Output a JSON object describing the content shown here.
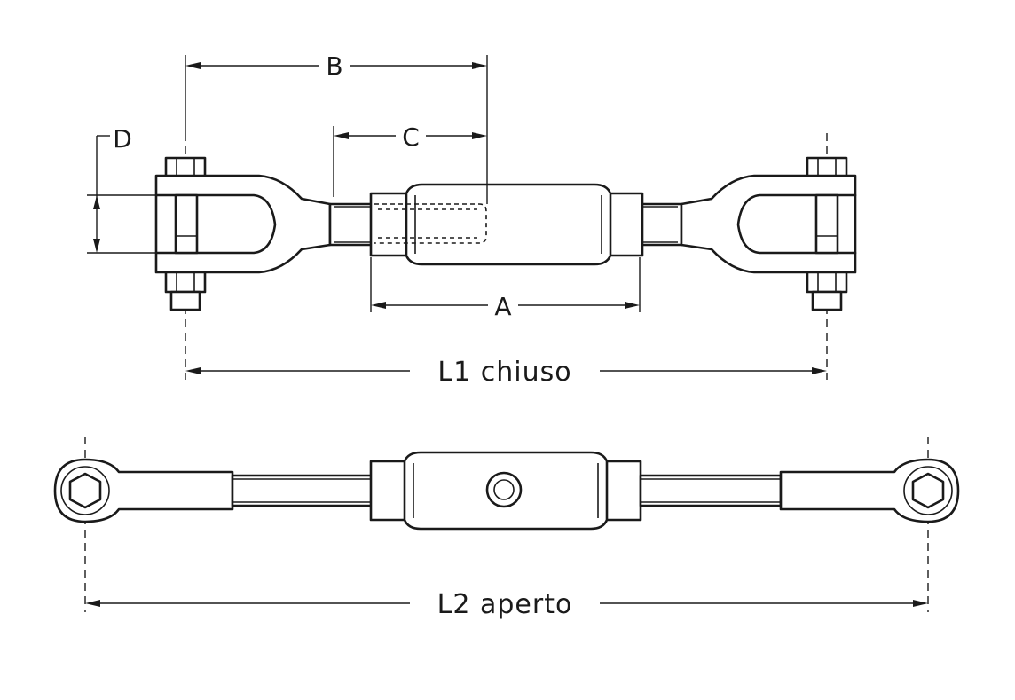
{
  "dimensions": {
    "a": "A",
    "b": "B",
    "c": "C",
    "d": "D",
    "l1": "L1 chiuso",
    "l2": "L2 aperto"
  },
  "views": [
    {
      "id": "closed-view",
      "ends": "fork with bolt and nut"
    },
    {
      "id": "open-view",
      "ends": "eye with hex nut"
    }
  ]
}
